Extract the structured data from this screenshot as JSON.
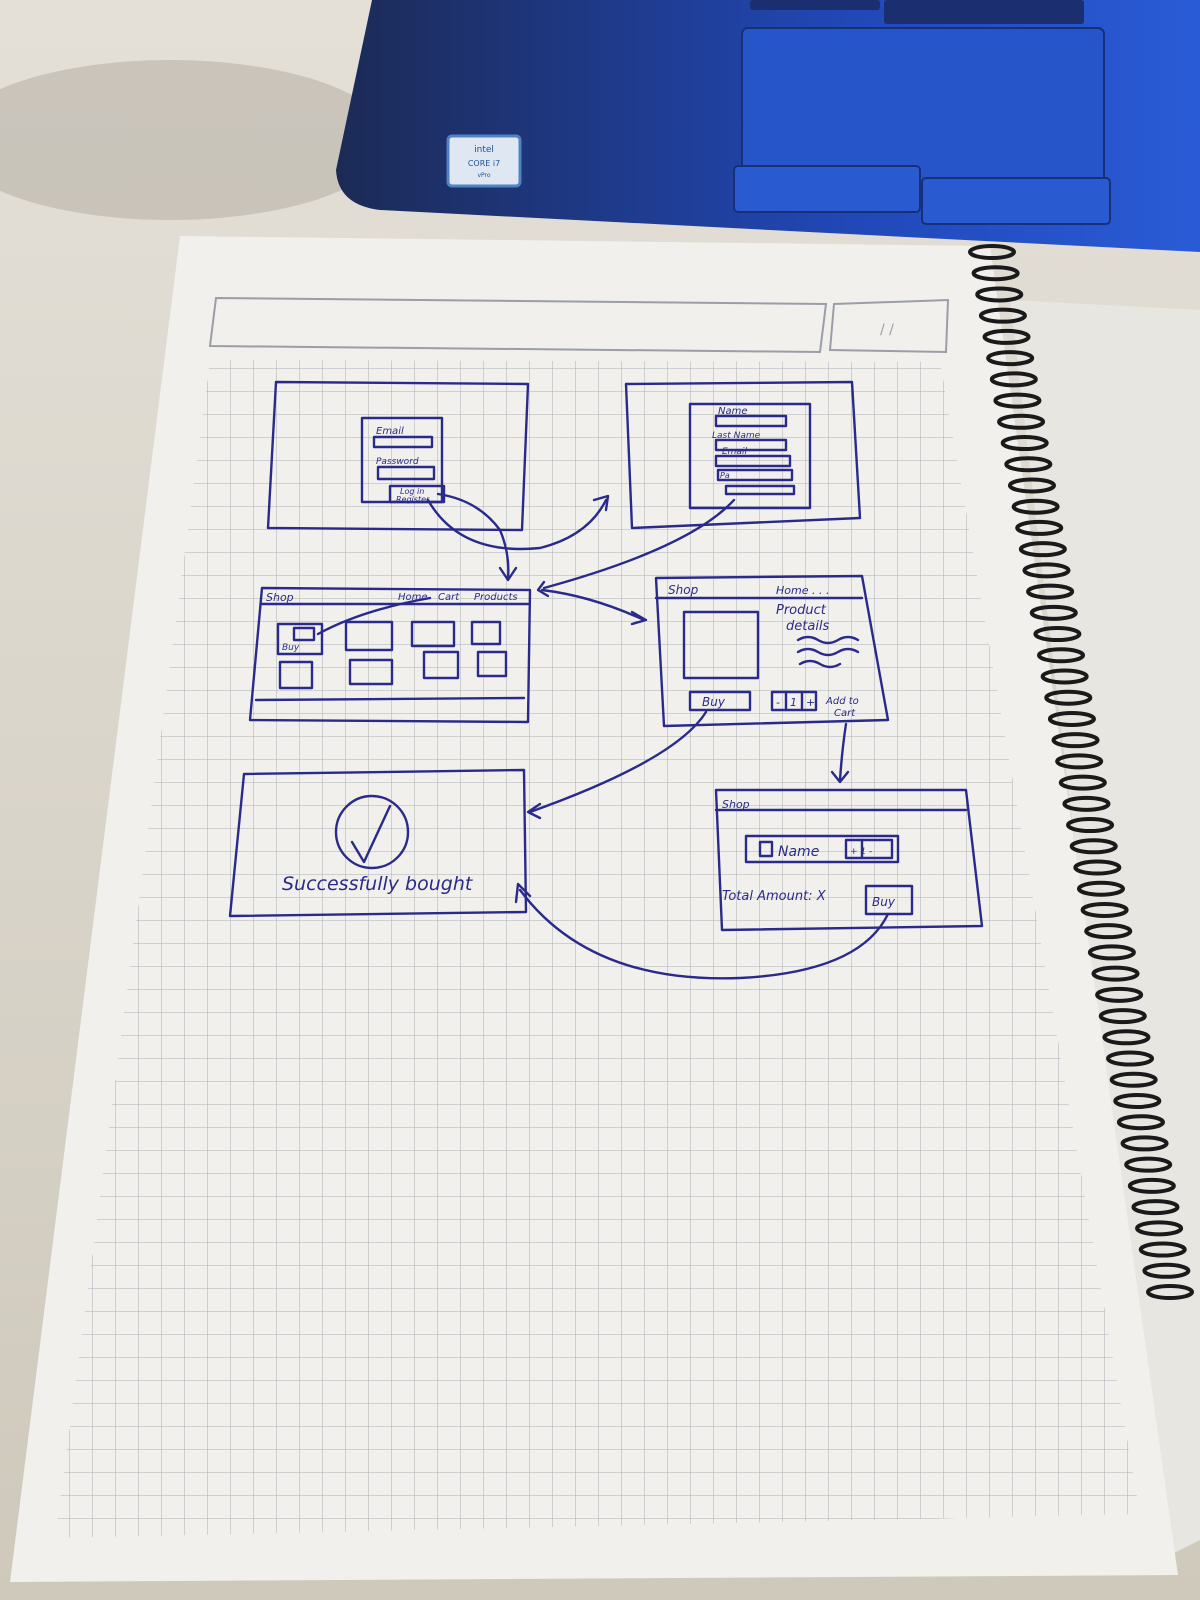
{
  "laptop": {
    "sticker_brand": "intel",
    "sticker_line": "CORE i7",
    "sticker_sub": "vPro"
  },
  "notebook": {
    "header_date": "/ /"
  },
  "sketch": {
    "login": {
      "email_label": "Email",
      "password_label": "Password",
      "button_top": "Log in",
      "button_bottom": "Register"
    },
    "register": {
      "name_label": "Name",
      "last_name_label": "Last Name",
      "email_label": "Email",
      "password_label": "Pa"
    },
    "shop": {
      "title": "Shop",
      "nav_home": "Home",
      "nav_cart": "Cart",
      "nav_products": "Products",
      "buy_label": "Buy"
    },
    "product": {
      "title": "Shop",
      "nav": "Home . . .",
      "details_line1": "Product",
      "details_line2": "details",
      "buy_label": "Buy",
      "qty_minus": "-",
      "qty_value": "1",
      "qty_plus": "+",
      "add_to_cart_line1": "Add to",
      "add_to_cart_line2": "Cart"
    },
    "success": {
      "message": "Successfully bought"
    },
    "cart": {
      "title": "Shop",
      "item_name": "Name",
      "item_stepper": "+ 1 -",
      "total_label": "Total Amount: X",
      "buy_label": "Buy"
    }
  },
  "colors": {
    "ink": "#2a2a8a",
    "paper": "#f1f0ec",
    "grid": "#9b9ea8",
    "laptop": "#1d3a8a",
    "desk": "#d9d3c8"
  }
}
